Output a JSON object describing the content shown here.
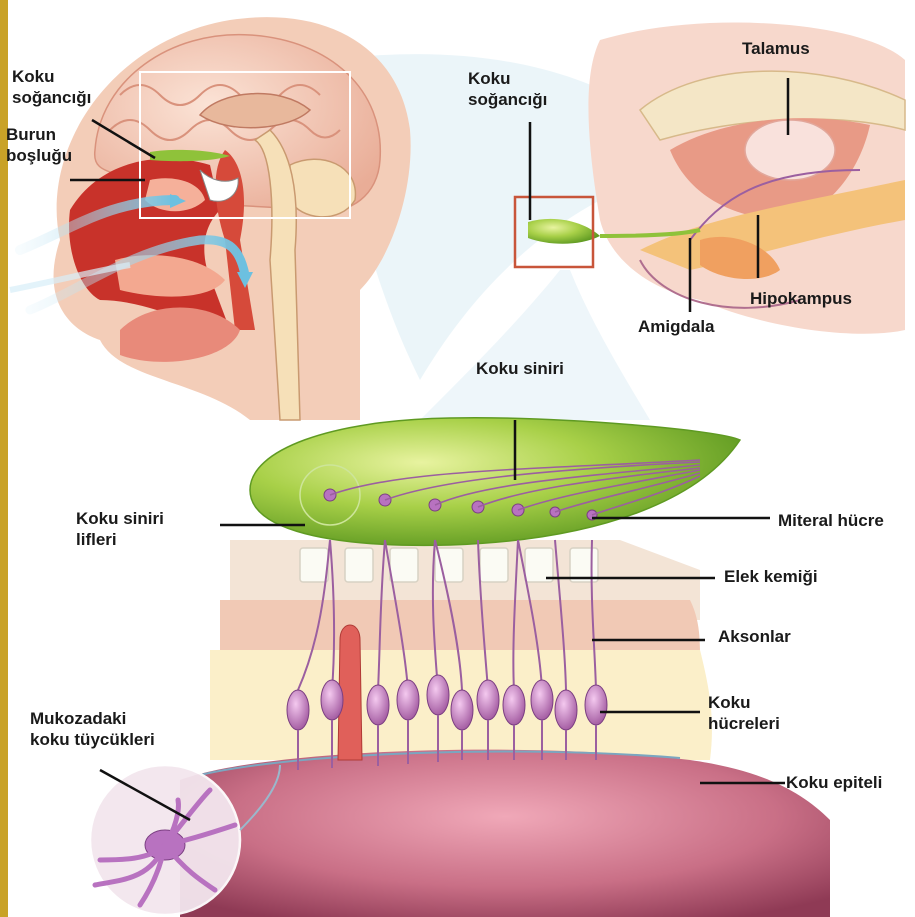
{
  "labels": {
    "koku_sogancigi_left": [
      "Koku",
      "soğancığı"
    ],
    "burun_boslugu": [
      "Burun",
      "boşluğu"
    ],
    "koku_sogancigi_right": [
      "Koku",
      "soğancığı"
    ],
    "talamus": "Talamus",
    "hipokampus": "Hipokampus",
    "amigdala": "Amigdala",
    "koku_siniri": "Koku siniri",
    "koku_siniri_lifleri": [
      "Koku siniri",
      "lifleri"
    ],
    "miteral_hucre": "Miteral hücre",
    "elek_kemigi": "Elek kemiği",
    "aksonlar": "Aksonlar",
    "koku_hucreleri": [
      "Koku",
      "hücreleri"
    ],
    "mukozadaki": [
      "Mukozadaki",
      "koku tüycükleri"
    ],
    "koku_epiteli": "Koku epiteli"
  },
  "colors": {
    "page_border": "#c9a227",
    "skin": "#f3cdb8",
    "brain": "#f2c6b4",
    "red_tissue": "#c8322a",
    "bulb_green": "#8fc23a",
    "neuron_purple": "#a0579e",
    "mucosa": "#c96f86",
    "label_text": "#1a1a1a"
  }
}
